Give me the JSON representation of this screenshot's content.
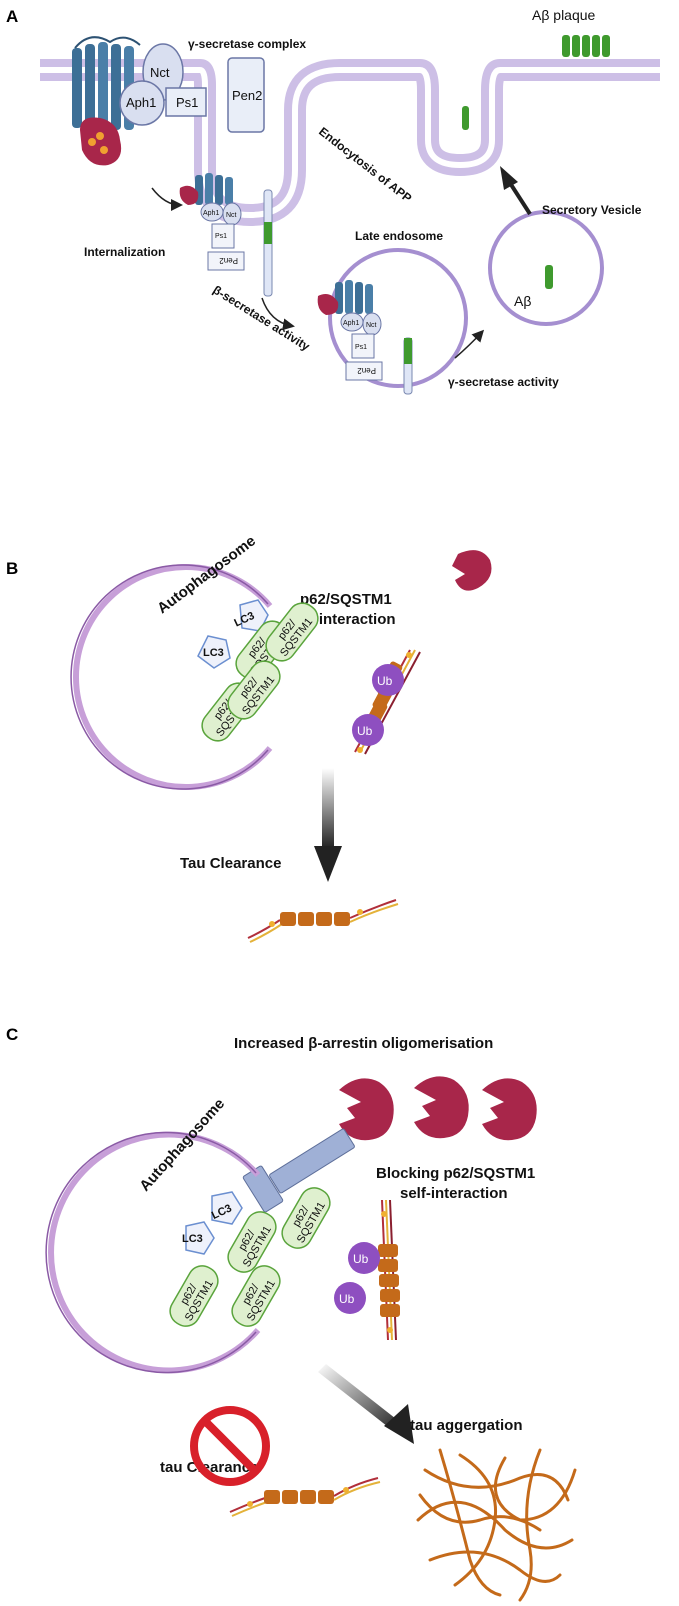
{
  "panels": {
    "a": "A",
    "b": "B",
    "c": "C"
  },
  "panel_a": {
    "gamma_complex": "γ-secretase complex",
    "abeta_plaque": "Aβ plaque",
    "nct": "Nct",
    "aph1": "Aph1",
    "ps1": "Ps1",
    "pen2": "Pen2",
    "internalization": "Internalization",
    "endocytosis": "Endocytosis of APP",
    "late_endosome": "Late endosome",
    "secretory_vesicle": "Secretory Vesicle",
    "abeta": "Aβ",
    "beta_secretase": "β-secretase activity",
    "gamma_secretase": "γ-secretase activity"
  },
  "panel_b": {
    "autophagosome": "Autophagosome",
    "self_interaction_1": "p62/SQSTM1",
    "self_interaction_2": "self-interaction",
    "lc3": "LC3",
    "p62": "p62/",
    "sqstm1": "SQSTM1",
    "ub": "Ub",
    "tau_clearance": "Tau Clearance"
  },
  "panel_c": {
    "increased": "Increased β-arrestin oligomerisation",
    "blocking_1": "Blocking p62/SQSTM1",
    "blocking_2": "self-interaction",
    "autophagosome": "Autophagosome",
    "lc3": "LC3",
    "p62": "p62/",
    "sqstm1": "SQSTM1",
    "ub": "Ub",
    "tau_clearance": "tau Clearance",
    "tau_aggregation": "tau aggergation"
  },
  "colors": {
    "membrane": "#cdbfe6",
    "membrane_edge": "#a58fd0",
    "receptor": "#3d6f96",
    "arrestin": "#a8264a",
    "p62": "#dff0cf",
    "p62_edge": "#5aa43c",
    "ub": "#8e4fc0",
    "tau": "#c46a1a",
    "abeta": "#3f9a2e",
    "no_sign": "#d8202a"
  }
}
